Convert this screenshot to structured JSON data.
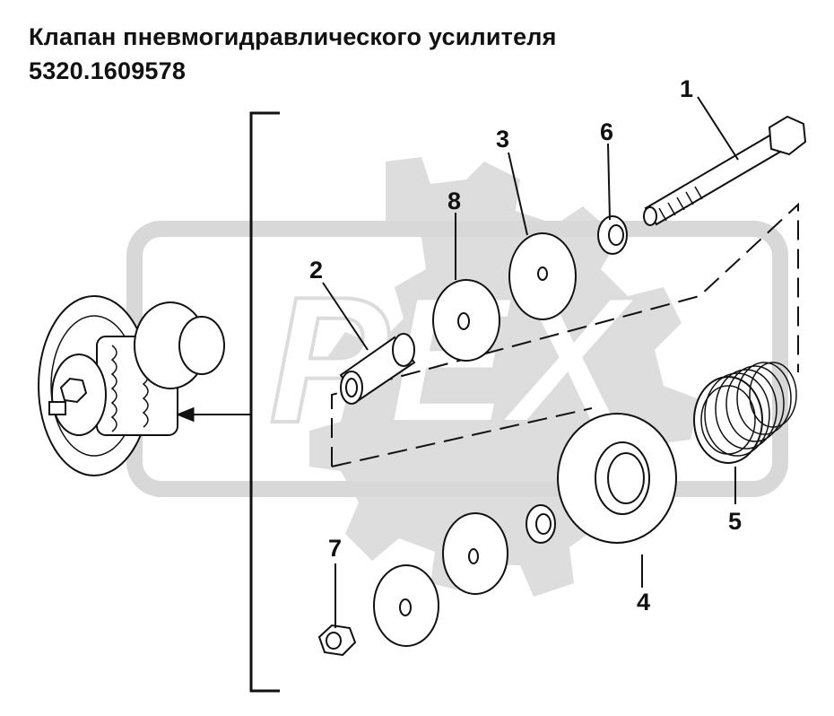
{
  "title": {
    "line1": "Клапан пневмогидравлического усилителя",
    "line2": "5320.1609578"
  },
  "watermark": {
    "text": "PEX",
    "color": "#dcdcdc"
  },
  "callouts": [
    "1",
    "2",
    "3",
    "4",
    "5",
    "6",
    "7",
    "8"
  ],
  "parts": [
    "bolt",
    "sleeve",
    "washer",
    "large-washer",
    "spring",
    "lock-washer",
    "nut",
    "washer",
    "valve-assembly"
  ]
}
